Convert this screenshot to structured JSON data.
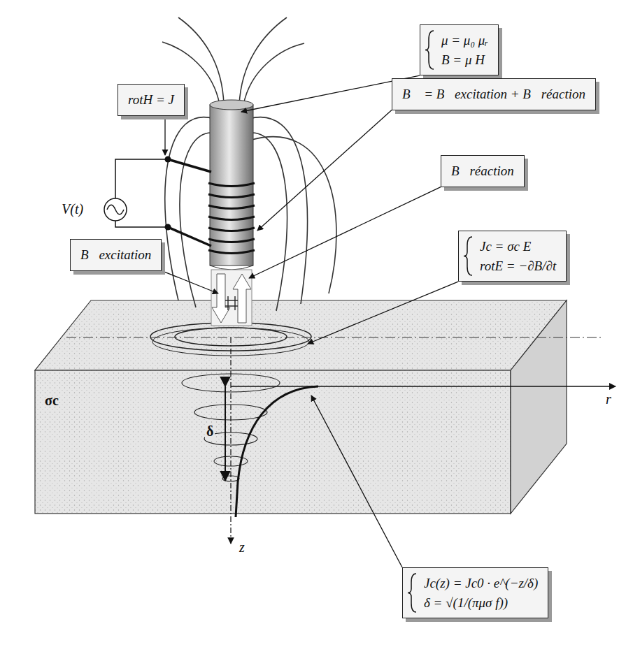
{
  "diagram": {
    "nodes": [
      {
        "text": [
          "rotH = J"
        ]
      },
      {
        "text": [
          "μ = μ₀ μᵣ",
          "B = μ H"
        ]
      },
      {
        "text": [
          "B⃗ = B⃗excitation + B⃗réaction"
        ]
      },
      {
        "text": [
          "B⃗réaction"
        ]
      },
      {
        "text": [
          "Jc = σc E",
          "rotE = −∂B/∂t"
        ]
      },
      {
        "text": [
          "B⃗excitation"
        ]
      },
      {
        "text": [
          "Jc(z) = Jc0 · e^(−z/δ)",
          "δ = √(1/(πμσ f))"
        ]
      }
    ],
    "labels": [
      "V(t)",
      "σc",
      "δ",
      "r",
      "z"
    ]
  }
}
